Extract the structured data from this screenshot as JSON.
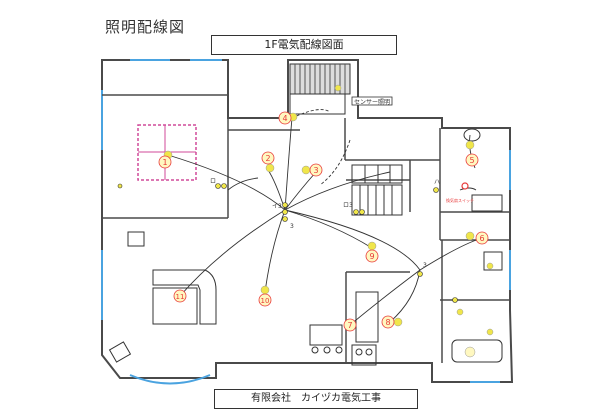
{
  "header": {
    "title": "照明配線図"
  },
  "plan": {
    "title": "1F電気配線図面"
  },
  "footer": {
    "company": "有限会社　カイヅカ電気工事"
  },
  "labels": {
    "sensor": "センサー照明",
    "switch_3a": "イ3",
    "switch_3b": "3",
    "switch_3c": "3",
    "switch_ro": "ロ",
    "switch_ro3": "ロ3",
    "switch_ha": "ハ",
    "small_red": "換気扇スイッチ"
  },
  "lights": [
    {
      "id": "1",
      "label": "1"
    },
    {
      "id": "2",
      "label": "2"
    },
    {
      "id": "3",
      "label": "3"
    },
    {
      "id": "4",
      "label": "4"
    },
    {
      "id": "5",
      "label": "5"
    },
    {
      "id": "6",
      "label": "6"
    },
    {
      "id": "7",
      "label": "7"
    },
    {
      "id": "8",
      "label": "8"
    },
    {
      "id": "9",
      "label": "9"
    },
    {
      "id": "10",
      "label": "10"
    },
    {
      "id": "11",
      "label": "11"
    }
  ],
  "colors": {
    "wall": "#4a4a4a",
    "window": "#4aa3e0",
    "light": "#f0e64a",
    "label": "#e83a3a",
    "tatami": "#d04a9a",
    "wire": "#333333"
  }
}
